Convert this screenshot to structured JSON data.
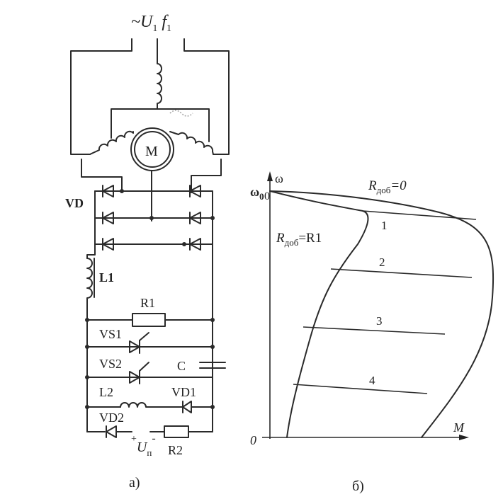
{
  "circuit": {
    "supply_symbol": "~U",
    "supply_sub": "1",
    "freq_symbol": "f",
    "freq_sub": "1",
    "motor": "M",
    "vd": "VD",
    "l1": "L1",
    "r1": "R1",
    "vs1": "VS1",
    "vs2": "VS2",
    "c": "C",
    "l2": "L2",
    "vd1": "VD1",
    "vd2": "VD2",
    "up_symbol": "U",
    "up_sub": "п",
    "up_plus": "+",
    "up_minus": "-",
    "r2": "R2",
    "caption": "а)"
  },
  "graph": {
    "y_symbol": "ω",
    "omega0": "ω",
    "omega0_sub": "0",
    "origin": "0",
    "x_symbol": "M",
    "zero_zero": "0",
    "r_add_zero_pre": "R",
    "r_add_zero_sub": "доб",
    "r_add_zero_post": "=0",
    "r_add_r1_pre": "R",
    "r_add_r1_sub": "доб",
    "r_add_r1_post": "=R1",
    "steps": [
      "1",
      "2",
      "3",
      "4"
    ],
    "caption": "б)"
  }
}
